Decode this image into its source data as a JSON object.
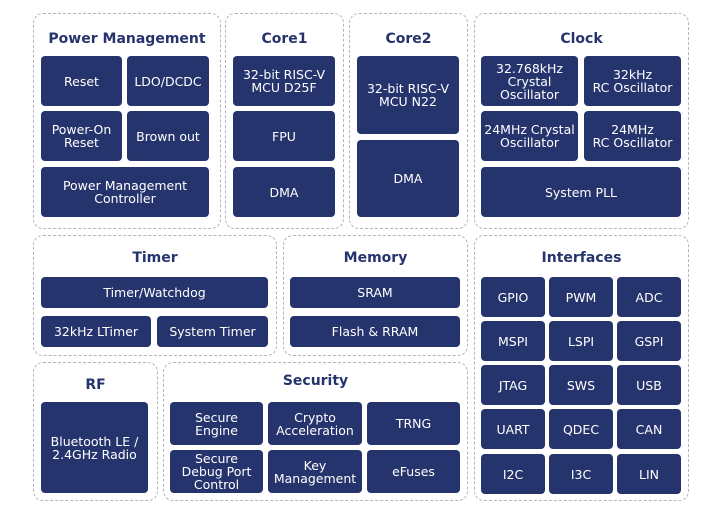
{
  "colors": {
    "block": "#26346e",
    "title": "#26346e",
    "border": "#b5b5b5"
  },
  "groups": {
    "power": {
      "title": "Power Management",
      "blocks": [
        "Reset",
        "LDO/DCDC",
        "Power-On\nReset",
        "Brown out",
        "Power Management\nController"
      ]
    },
    "core1": {
      "title": "Core1",
      "blocks": [
        "32-bit RISC-V\nMCU D25F",
        "FPU",
        "DMA"
      ]
    },
    "core2": {
      "title": "Core2",
      "blocks": [
        "32-bit RISC-V\nMCU N22",
        "DMA"
      ]
    },
    "clock": {
      "title": "Clock",
      "blocks": [
        "32.768kHz\nCrystal\nOscillator",
        "32kHz\nRC Oscillator",
        "24MHz Crystal\nOscillator",
        "24MHz\nRC Oscillator",
        "System PLL"
      ]
    },
    "timer": {
      "title": "Timer",
      "blocks": [
        "Timer/Watchdog",
        "32kHz LTimer",
        "System Timer"
      ]
    },
    "memory": {
      "title": "Memory",
      "blocks": [
        "SRAM",
        "Flash & RRAM"
      ]
    },
    "interfaces": {
      "title": "Interfaces",
      "blocks": [
        "GPIO",
        "PWM",
        "ADC",
        "MSPI",
        "LSPI",
        "GSPI",
        "JTAG",
        "SWS",
        "USB",
        "UART",
        "QDEC",
        "CAN",
        "I2C",
        "I3C",
        "LIN"
      ]
    },
    "rf": {
      "title": "RF",
      "blocks": [
        "Bluetooth LE /\n2.4GHz Radio"
      ]
    },
    "security": {
      "title": "Security",
      "blocks": [
        "Secure\nEngine",
        "Crypto\nAcceleration",
        "TRNG",
        "Secure\nDebug Port\nControl",
        "Key\nManagement",
        "eFuses"
      ]
    }
  }
}
